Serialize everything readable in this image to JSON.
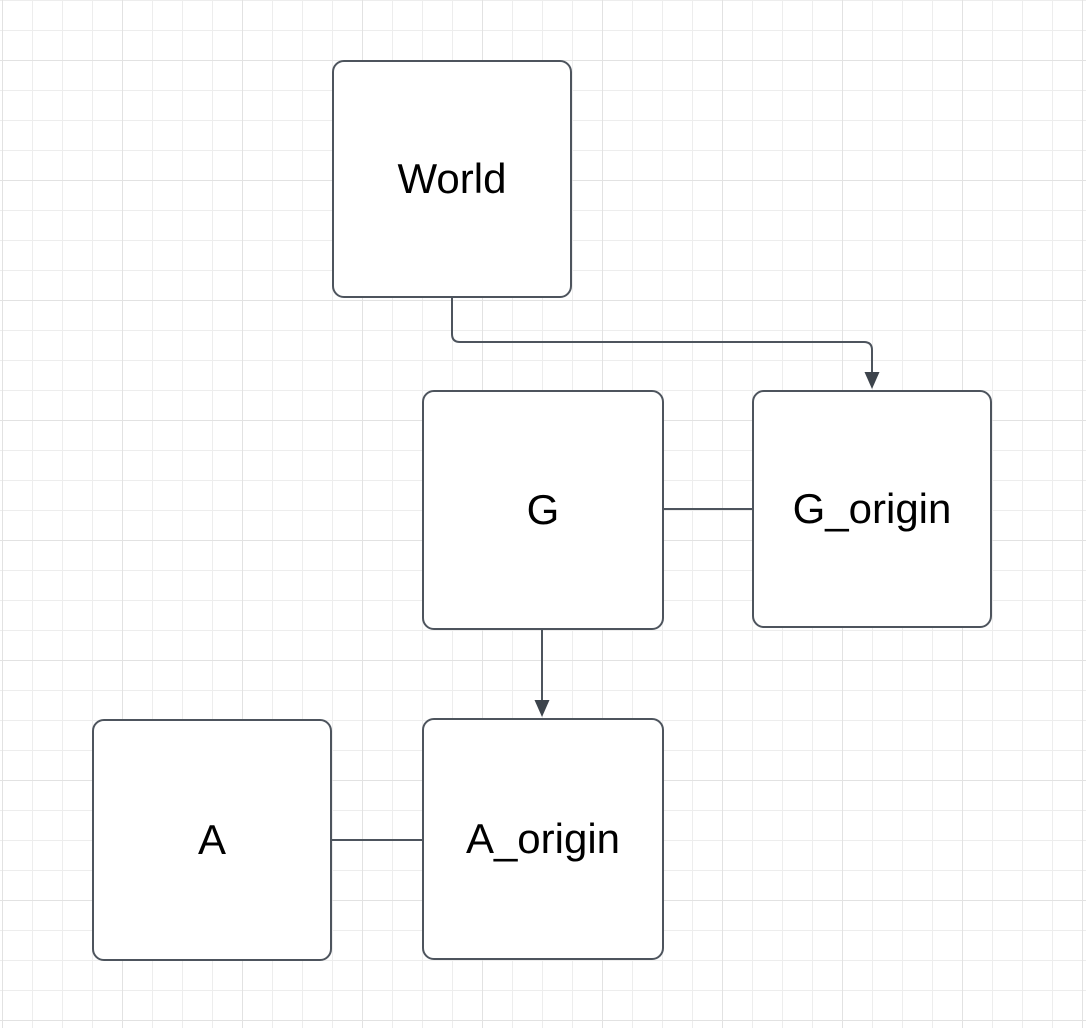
{
  "diagram": {
    "nodes": [
      {
        "id": "world",
        "label": "World"
      },
      {
        "id": "g",
        "label": "G"
      },
      {
        "id": "g_origin",
        "label": "G_origin"
      },
      {
        "id": "a",
        "label": "A"
      },
      {
        "id": "a_origin",
        "label": "A_origin"
      }
    ],
    "edges": [
      {
        "from": "world",
        "to": "g_origin",
        "arrow": "true"
      },
      {
        "from": "g",
        "to": "g_origin",
        "arrow": "false"
      },
      {
        "from": "g",
        "to": "a_origin",
        "arrow": "true"
      },
      {
        "from": "a",
        "to": "a_origin",
        "arrow": "false"
      }
    ],
    "colors": {
      "background": "#ffffff",
      "node_fill": "#ffffff",
      "node_stroke": "#4d545d",
      "edge_stroke": "#4d545d",
      "arrowhead_fill": "#3d444c",
      "label_text": "#000000",
      "grid_minor": "#ededed",
      "grid_major": "#e2e2e2"
    }
  }
}
